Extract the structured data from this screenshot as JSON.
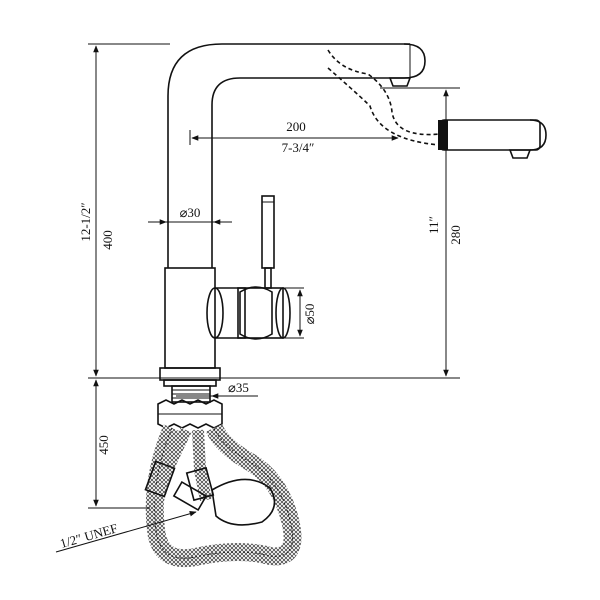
{
  "dimensions": {
    "spout_reach_mm": "200",
    "spout_reach_in": "7-3/4″",
    "total_height_mm": "400",
    "total_height_in": "12-1/2″",
    "spout_height_mm": "280",
    "spout_height_in": "11″",
    "body_diameter": "⌀30",
    "handle_diameter": "⌀50",
    "base_diameter": "⌀35",
    "hose_length_mm": "450",
    "connection_thread": "1/2″ UNEF"
  },
  "colors": {
    "ink": "#111111",
    "paper": "#ffffff"
  }
}
